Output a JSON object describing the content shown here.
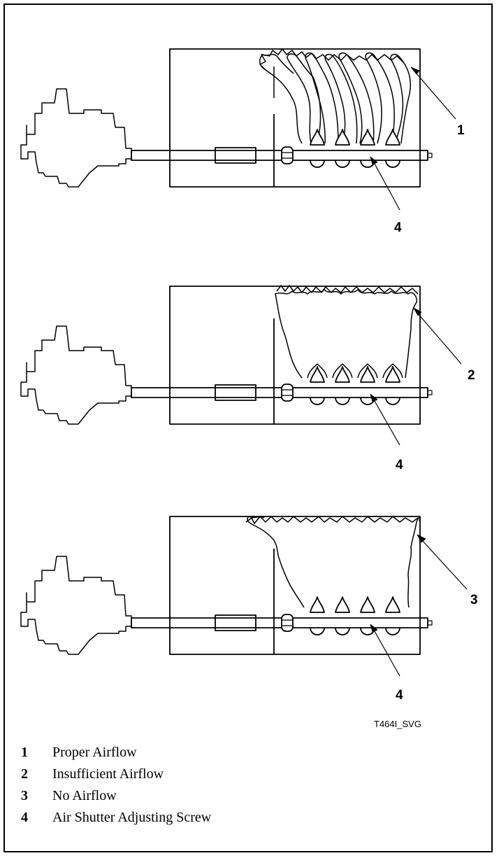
{
  "figure_id": "T464I_SVG",
  "callouts": {
    "proper": "1",
    "insufficient": "2",
    "none": "3",
    "screw_a": "4",
    "screw_b": "4",
    "screw_c": "4"
  },
  "legend": [
    {
      "num": "1",
      "label": "Proper Airflow"
    },
    {
      "num": "2",
      "label": "Insufficient Airflow"
    },
    {
      "num": "3",
      "label": "No Airflow"
    },
    {
      "num": "4",
      "label": "Air Shutter Adjusting Screw"
    }
  ]
}
